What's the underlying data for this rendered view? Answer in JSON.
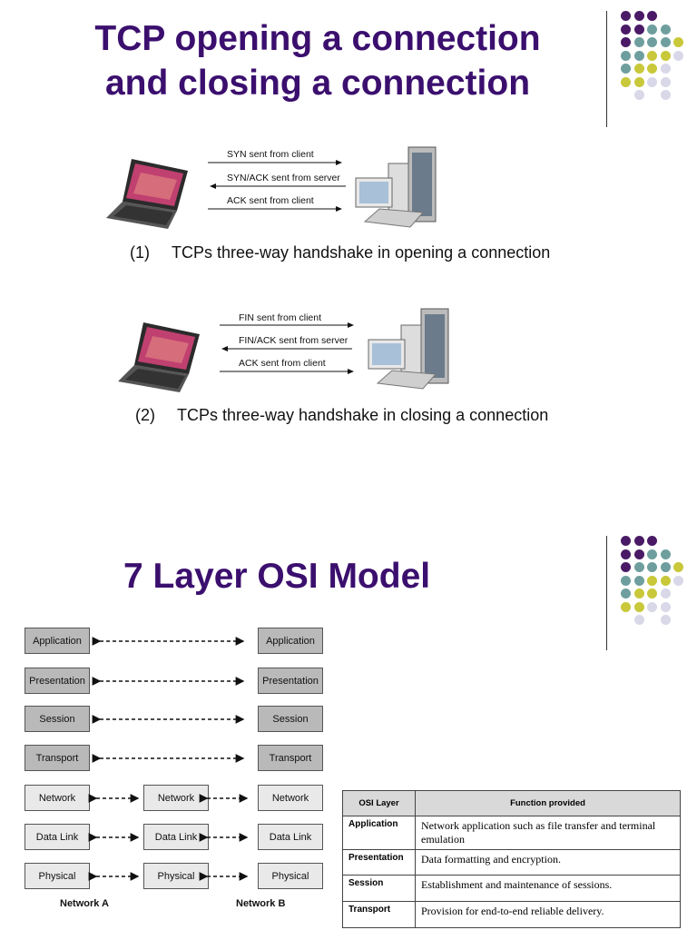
{
  "slide1": {
    "title_line1": "TCP opening a connection",
    "title_line2": "and closing a connection",
    "open": {
      "arrows": [
        "SYN sent from client",
        "SYN/ACK sent from server",
        "ACK sent from client"
      ],
      "caption_num": "(1)",
      "caption_text": "TCPs three-way handshake in opening a connection"
    },
    "close": {
      "arrows": [
        "FIN sent from client",
        "FIN/ACK sent from server",
        "ACK sent from client"
      ],
      "caption_num": "(2)",
      "caption_text": "TCPs three-way handshake in closing a connection"
    }
  },
  "slide2": {
    "title": "7 Layer OSI Model",
    "layers": [
      "Application",
      "Presentation",
      "Session",
      "Transport",
      "Network",
      "Data Link",
      "Physical"
    ],
    "network_a": "Network A",
    "network_b": "Network B",
    "table": {
      "headers": [
        "OSI Layer",
        "Function provided"
      ],
      "rows": [
        {
          "layer": "Application",
          "function": "Network application such as file transfer and terminal emulation"
        },
        {
          "layer": "Presentation",
          "function": "Data formatting and encryption."
        },
        {
          "layer": "Session",
          "function": "Establishment and maintenance of sessions."
        },
        {
          "layer": "Transport",
          "function": "Provision for end-to-end reliable  delivery."
        }
      ]
    }
  },
  "colors": {
    "title": "#3b0f6e",
    "dot_purple": "#4a1a66",
    "dot_teal": "#6f9e9e",
    "dot_yellow": "#c8c83a",
    "dot_lavender": "#d8d8e8"
  }
}
